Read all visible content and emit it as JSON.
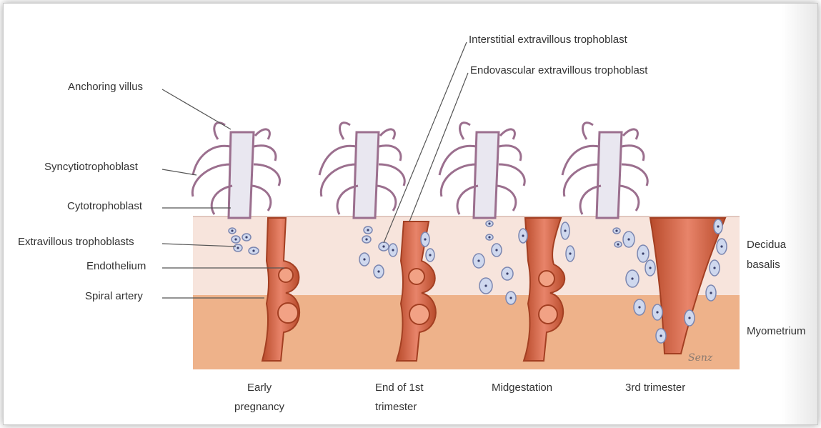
{
  "labels": {
    "anchoring_villus": "Anchoring villus",
    "syncytiotrophoblast": "Syncytiotrophoblast",
    "cytotrophoblast": "Cytotrophoblast",
    "extravillous_trophoblasts": "Extravillous trophoblasts",
    "endothelium": "Endothelium",
    "spiral_artery": "Spiral artery",
    "interstitial": "Interstitial extravillous trophoblast",
    "endovascular": "Endovascular extravillous trophoblast",
    "decidua_1": "Decidua",
    "decidua_2": "basalis",
    "myometrium": "Myometrium"
  },
  "stages": [
    {
      "line1": "Early",
      "line2": "pregnancy"
    },
    {
      "line1": "End of 1st",
      "line2": "trimester"
    },
    {
      "line1": "Midgestation",
      "line2": ""
    },
    {
      "line1": "3rd trimester",
      "line2": ""
    }
  ],
  "signature": "Senz"
}
